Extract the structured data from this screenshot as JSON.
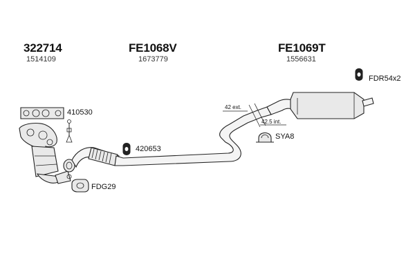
{
  "parts": {
    "front": {
      "number": "322714",
      "ref": "1514109"
    },
    "middle": {
      "number": "FE1068V",
      "ref": "1673779"
    },
    "rear": {
      "number": "FE1069T",
      "ref": "1556631"
    }
  },
  "callouts": {
    "manifold_gasket": "410530",
    "flex_clamp": "420653",
    "flange_gasket": "FDG29",
    "rear_hanger": "FDR54x2",
    "clamp": "SYA8"
  },
  "dimensions": {
    "external": "42 ext.",
    "internal": "42.5 int."
  },
  "colors": {
    "line": "#222222",
    "fill": "#e9e9e9",
    "background": "#ffffff"
  }
}
